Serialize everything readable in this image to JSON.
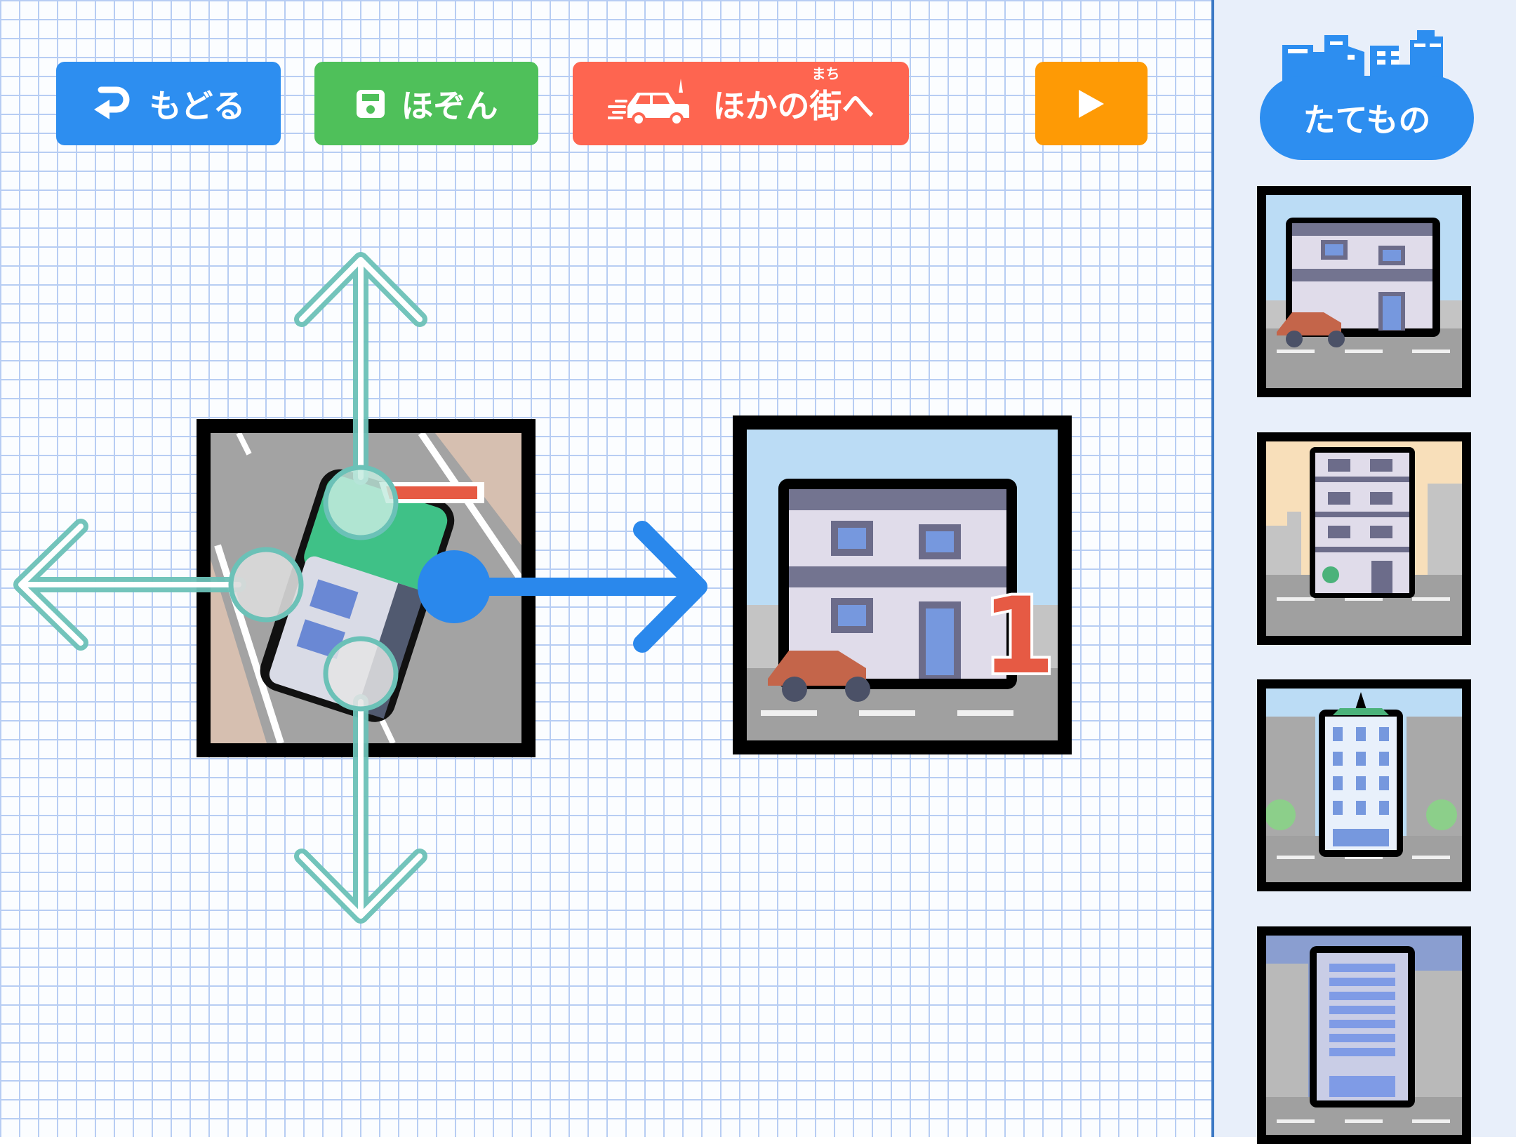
{
  "toolbar": {
    "back_label": "もどる",
    "save_label": "ほぞん",
    "other_town_label_kana": "ほかの",
    "other_town_label_kanji": "街",
    "other_town_label_suffix": "へ",
    "other_town_ruby": "まち",
    "play_icon": "play-icon"
  },
  "sidebar": {
    "title": "たてもの",
    "items": [
      {
        "name": "two-story-house"
      },
      {
        "name": "apartment"
      },
      {
        "name": "tower"
      },
      {
        "name": "office-building"
      }
    ]
  },
  "canvas": {
    "placed_tiles": [
      {
        "name": "police-car-road",
        "selected": true
      },
      {
        "name": "two-story-house",
        "count_badge": "1"
      }
    ]
  },
  "colors": {
    "back": "#2d8ef0",
    "save": "#4fc05a",
    "other_town": "#fe6550",
    "play": "#fe9a05",
    "handle": "#6bc1b7",
    "drag_arrow": "#2a88ec"
  }
}
